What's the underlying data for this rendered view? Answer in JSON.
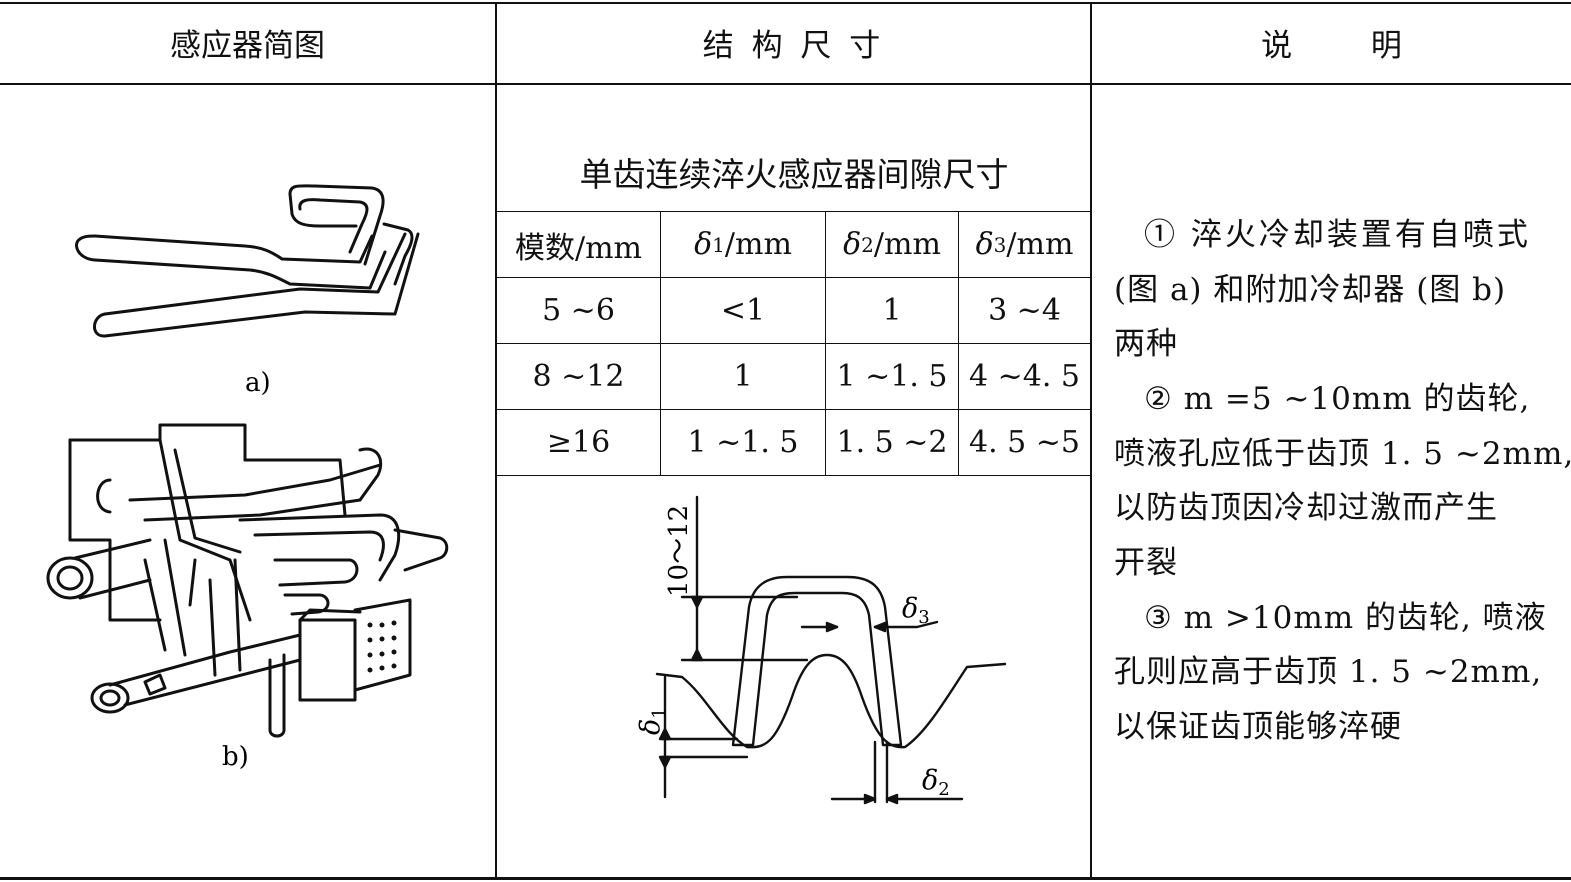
{
  "header": {
    "col1": "感应器简图",
    "col2": "结 构 尺 寸",
    "col3": "说        明"
  },
  "figure_labels": {
    "a": "a)",
    "b": "b)"
  },
  "gap_table": {
    "title": "单齿连续淬火感应器间隙尺寸",
    "columns": [
      "模数/mm",
      "δ1/mm",
      "δ2/mm",
      "δ3/mm"
    ],
    "rows": [
      [
        "5 ~6",
        "<1",
        "1",
        "3 ~4"
      ],
      [
        "8 ~12",
        "1",
        "1 ~1. 5",
        "4 ~4. 5"
      ],
      [
        "≥16",
        "1 ~1. 5",
        "1. 5 ~2",
        "4. 5 ~5"
      ]
    ]
  },
  "diagram_labels": {
    "dim_vertical": "10～12",
    "delta1": "δ1",
    "delta2": "δ2",
    "delta3": "δ3"
  },
  "notes": [
    "① 淬火冷却装置有自喷式",
    "(图 a) 和附加冷却器 (图 b)",
    "两种",
    "② m =5 ~10mm 的齿轮,",
    "喷液孔应低于齿顶 1. 5 ~2mm,",
    "以防齿顶因冷却过激而产生",
    "开裂",
    "③ m >10mm 的齿轮, 喷液",
    "孔则应高于齿顶 1. 5 ~2mm,",
    "以保证齿顶能够淬硬"
  ]
}
